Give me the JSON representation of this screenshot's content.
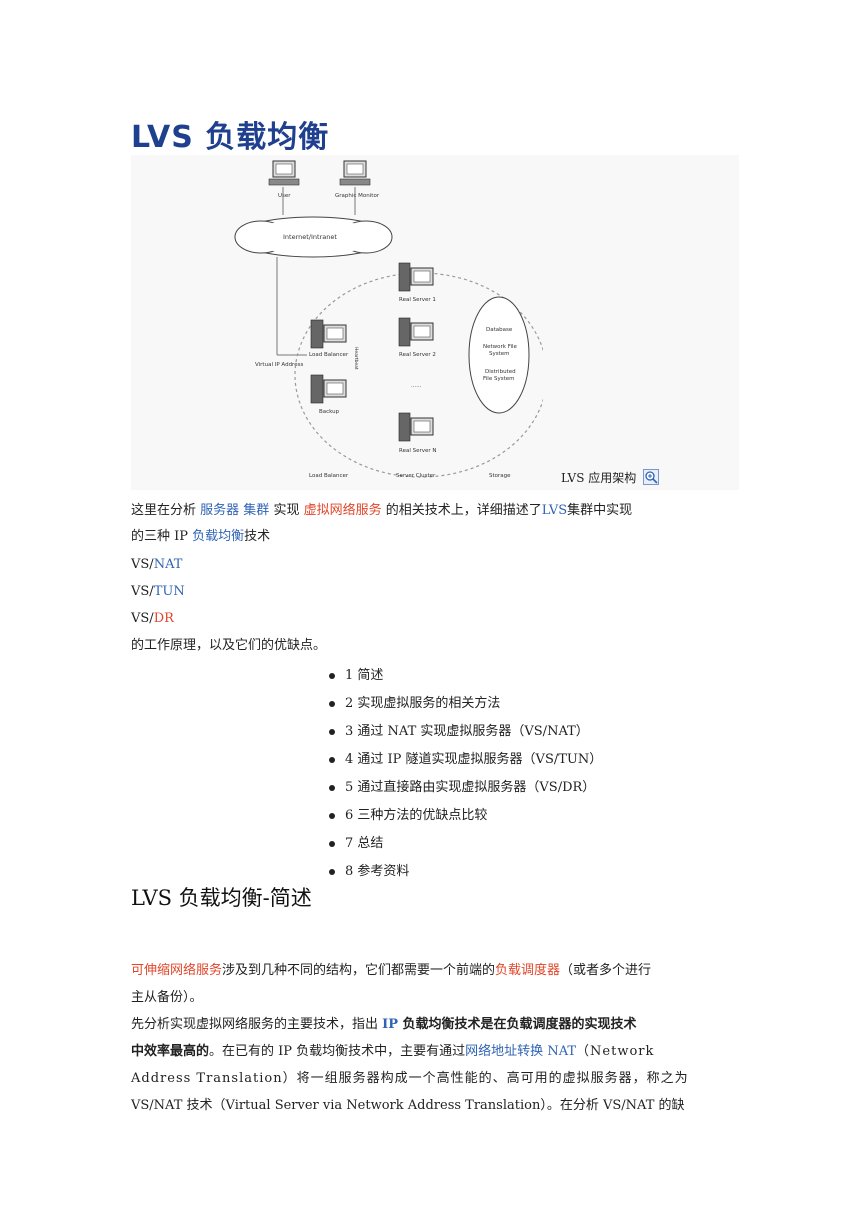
{
  "title": "LVS 负载均衡",
  "figure": {
    "labels": {
      "user": "User",
      "graphic_monitor": "Graphic Monitor",
      "internet": "Internet/Intranet",
      "virtual_ip": "Virtual IP Address",
      "load_balancer": "Load Balancer",
      "backup": "Backup",
      "heartbeat": "Heartbeat",
      "real_server_1": "Real Server 1",
      "real_server_2": "Real Server 2",
      "real_server_n": "Real Server N",
      "ellipsis": "......",
      "database": "Database",
      "nfs_line1": "Network File",
      "nfs_line2": "System",
      "dfs_line1": "Distributed",
      "dfs_line2": "File System",
      "bottom_lb": "Load Balancer",
      "bottom_sc": "Server Cluster",
      "bottom_storage": "Storage"
    },
    "caption": "LVS 应用架构",
    "caption_icon": "zoom-icon"
  },
  "intro": {
    "p1_a": "这里在分析 ",
    "p1_link1": "服务器",
    "p1_sp": " ",
    "p1_link2": "集群",
    "p1_b": " 实现 ",
    "p1_link3": "虚拟网络服务",
    "p1_c": " 的相关技术上，详细描述了",
    "p1_link4": "LVS",
    "p1_d": "集群中实现",
    "p1_line2_a": "的三种 IP ",
    "p1_link5": "负载均衡",
    "p1_line2_b": "技术",
    "vs1_prefix": "VS/",
    "vs1_link": "NAT",
    "vs2_prefix": "VS/",
    "vs2_link": "TUN",
    "vs3_prefix": "VS/",
    "vs3_link": "DR",
    "closing": "的工作原理，以及它们的优缺点。"
  },
  "toc": [
    "1 简述",
    "2 实现虚拟服务的相关方法",
    "3 通过 NAT 实现虚拟服务器（VS/NAT）",
    "4 通过 IP 隧道实现虚拟服务器（VS/TUN）",
    "5 通过直接路由实现虚拟服务器（VS/DR）",
    "6 三种方法的优缺点比较",
    "7 总结",
    "8 参考资料"
  ],
  "section": {
    "heading": "LVS 负载均衡-简述",
    "p1_link1": "可伸缩网络服务",
    "p1_a": "涉及到几种不同的结构，它们都需要一个前端的",
    "p1_link2": "负载调度器",
    "p1_b": "（或者多个进行",
    "p1_line2": "主从备份）。",
    "p2_a": "先分析实现虚拟网络服务的主要技术，指出 ",
    "p2_ip": "IP",
    "p2_bold": " 负载均衡技术是在负载调度器的实现技术",
    "p2_line2_bold": "中效率最高的",
    "p2_line2_a": "。在已有的 IP 负载均衡技术中，主要有通过",
    "p2_link": "网络地址转换",
    "p2_nat": " NAT",
    "p2_line2_b": "（Network",
    "p2_line3": "Address Translation）将一组服务器构成一个高性能的、高可用的虚拟服务器，称之为",
    "p2_line4": "VS/NAT 技术（Virtual Server via Network Address Translation）。在分析 VS/NAT 的缺"
  }
}
